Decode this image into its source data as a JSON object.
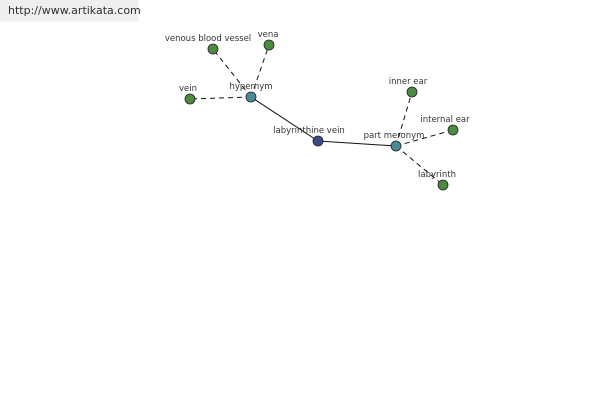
{
  "site": {
    "url_text": "http://www.artikata.com"
  },
  "colors": {
    "center_node": "#3b4d84",
    "relation_node": "#4a8b97",
    "term_node": "#4c8a3f"
  },
  "graph": {
    "center": "labyrinthine vein",
    "relations": [
      {
        "label": "hypernym",
        "terms": [
          "venous blood vessel",
          "vena",
          "vein"
        ]
      },
      {
        "label": "part meronym",
        "terms": [
          "inner ear",
          "internal ear",
          "labyrinth"
        ]
      }
    ]
  }
}
